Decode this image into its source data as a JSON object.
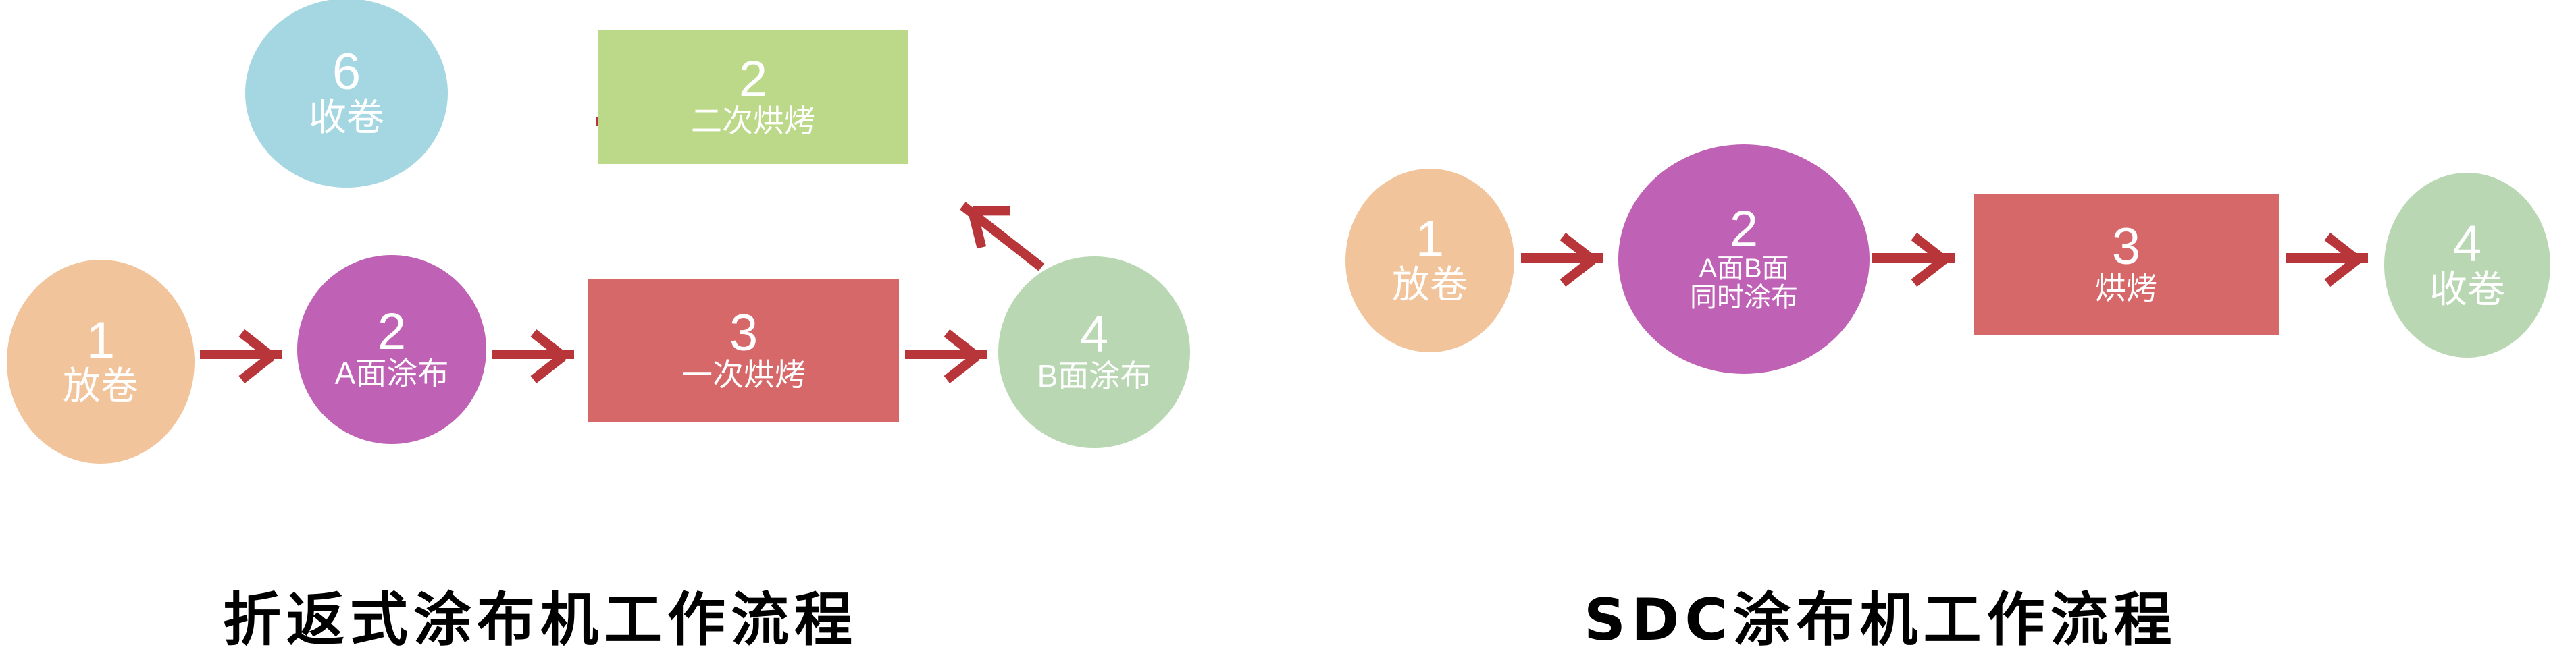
{
  "colors": {
    "arrow": "#b8353a",
    "orange": "#f2c49b",
    "purple": "#bf62b5",
    "red": "#d7686a",
    "green_circle": "#b9d7b2",
    "green_rect": "#bcd98a",
    "blue": "#a4d7e1",
    "text_on_shape": "#ffffff",
    "caption": "#000000",
    "background": "#ffffff"
  },
  "diagrams": [
    {
      "id": "zigzag-coater",
      "caption": "折返式涂布机工作流程",
      "nodes": [
        {
          "id": "unwind",
          "num": "1",
          "label": "放卷",
          "shape": "circle",
          "color": "#f2c49b"
        },
        {
          "id": "coat-a",
          "num": "2",
          "label": "A面涂布",
          "shape": "circle",
          "color": "#bf62b5"
        },
        {
          "id": "first-bake",
          "num": "3",
          "label": "一次烘烤",
          "shape": "rect",
          "color": "#d7686a"
        },
        {
          "id": "coat-b",
          "num": "4",
          "label": "B面涂布",
          "shape": "circle",
          "color": "#b9d7b2"
        },
        {
          "id": "second-bake",
          "num": "2",
          "label": "二次烘烤",
          "shape": "rect",
          "color": "#bcd98a"
        },
        {
          "id": "rewind",
          "num": "6",
          "label": "收卷",
          "shape": "circle",
          "color": "#a4d7e1"
        }
      ],
      "edges": [
        {
          "from": "unwind",
          "to": "coat-a",
          "direction": "right"
        },
        {
          "from": "coat-a",
          "to": "first-bake",
          "direction": "right"
        },
        {
          "from": "first-bake",
          "to": "coat-b",
          "direction": "right"
        },
        {
          "from": "coat-b",
          "to": "second-bake",
          "direction": "up-left"
        },
        {
          "from": "second-bake",
          "to": "rewind",
          "direction": "left"
        }
      ]
    },
    {
      "id": "sdc-coater",
      "caption": "SDC涂布机工作流程",
      "nodes": [
        {
          "id": "unwind",
          "num": "1",
          "label": "放卷",
          "shape": "circle",
          "color": "#f2c49b"
        },
        {
          "id": "coat-ab",
          "num": "2",
          "label": "A面B面\n同时涂布",
          "shape": "circle",
          "color": "#bf62b5"
        },
        {
          "id": "bake",
          "num": "3",
          "label": "烘烤",
          "shape": "rect",
          "color": "#d7686a"
        },
        {
          "id": "rewind",
          "num": "4",
          "label": "收卷",
          "shape": "circle",
          "color": "#b9d7b2"
        }
      ],
      "edges": [
        {
          "from": "unwind",
          "to": "coat-ab",
          "direction": "right"
        },
        {
          "from": "coat-ab",
          "to": "bake",
          "direction": "right"
        },
        {
          "from": "bake",
          "to": "rewind",
          "direction": "right"
        }
      ]
    }
  ]
}
